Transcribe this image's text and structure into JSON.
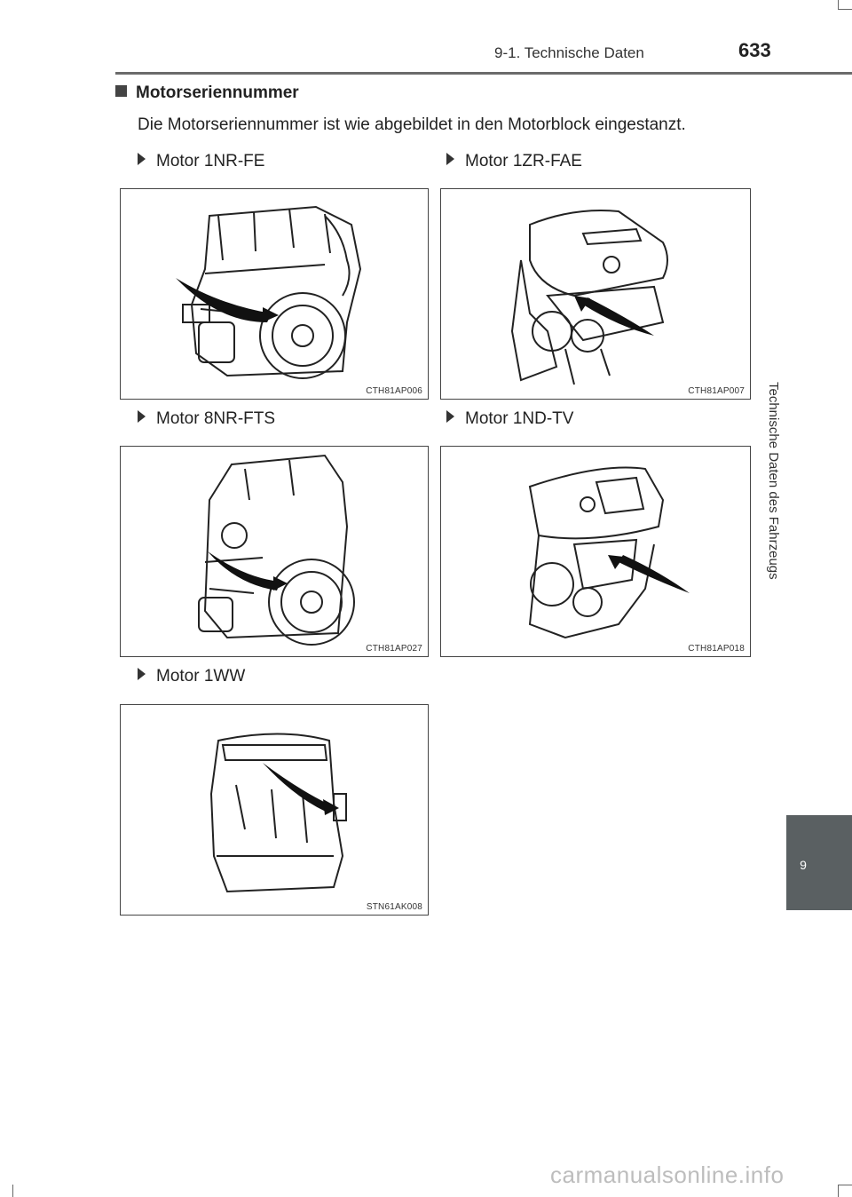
{
  "header": {
    "section_title": "9-1. Technische Daten",
    "page_number": "633"
  },
  "side_tab": {
    "label": "Technische Daten des Fahrzeugs",
    "chapter_number": "9"
  },
  "section": {
    "heading": "Motorseriennummer",
    "intro": "Die Motorseriennummer ist wie abgebildet in den Motorblock eingestanzt."
  },
  "figures": [
    {
      "caption": "Motor 1NR-FE",
      "code": "CTH81AP006"
    },
    {
      "caption": "Motor 1ZR-FAE",
      "code": "CTH81AP007"
    },
    {
      "caption": "Motor 8NR-FTS",
      "code": "CTH81AP027"
    },
    {
      "caption": "Motor 1ND-TV",
      "code": "CTH81AP018"
    },
    {
      "caption": "Motor 1WW",
      "code": "STN61AK008"
    }
  ],
  "footer": {
    "brand": "carmanualsonline.info"
  }
}
